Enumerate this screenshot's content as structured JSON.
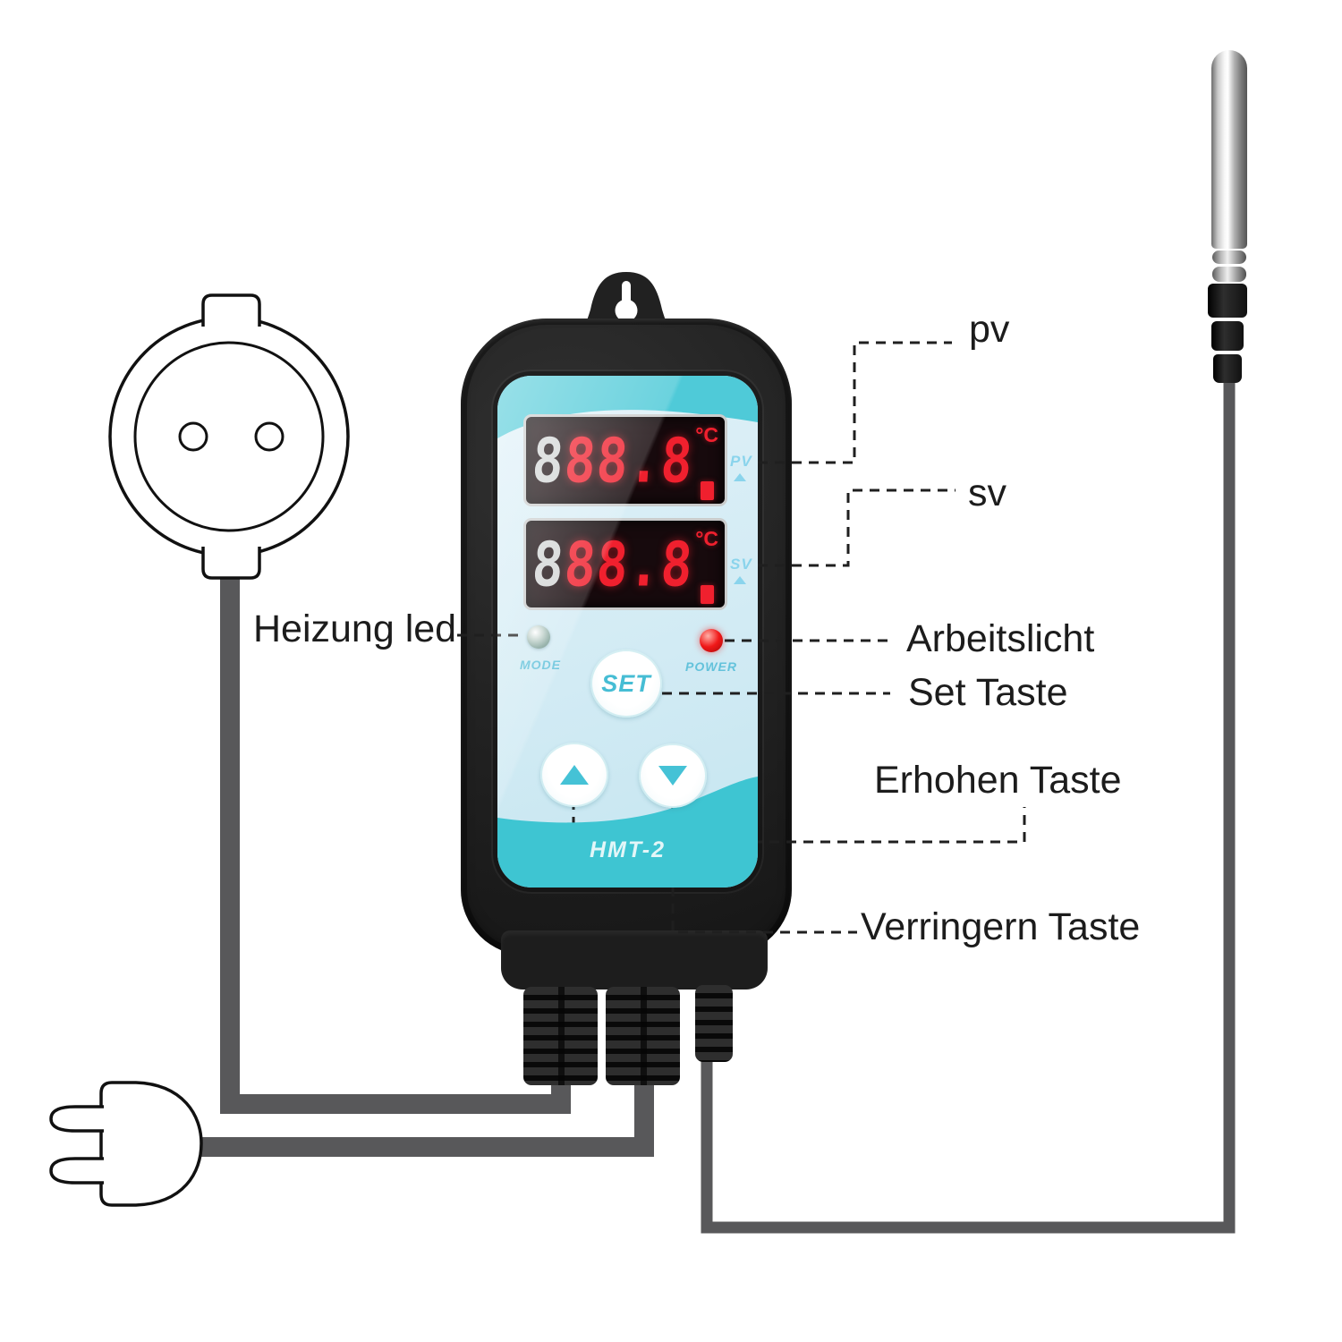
{
  "annotations": {
    "pv": "pv",
    "sv": "sv",
    "heizung_led": "Heizung led",
    "arbeitslicht": "Arbeitslicht",
    "set_taste": "Set Taste",
    "erhohen_taste": "Erhohen Taste",
    "verringern_taste": "Verringern Taste"
  },
  "device": {
    "model": "HMT-2",
    "pv_display": {
      "ghost_digit": "8",
      "value": "88.8",
      "unit": "°C",
      "marker": "PV"
    },
    "sv_display": {
      "ghost_digit": "8",
      "value": "88.8",
      "unit": "°C",
      "marker": "SV"
    },
    "mode_label": "MODE",
    "power_label": "POWER",
    "set_button": "SET"
  },
  "colors": {
    "accent_teal": "#3ec5d2",
    "display_red": "#f0202e",
    "faceplate_blue": "#d2ebf4",
    "body_black": "#232323",
    "cable_gray": "#58585a",
    "marker_blue": "#8ad4ec"
  }
}
